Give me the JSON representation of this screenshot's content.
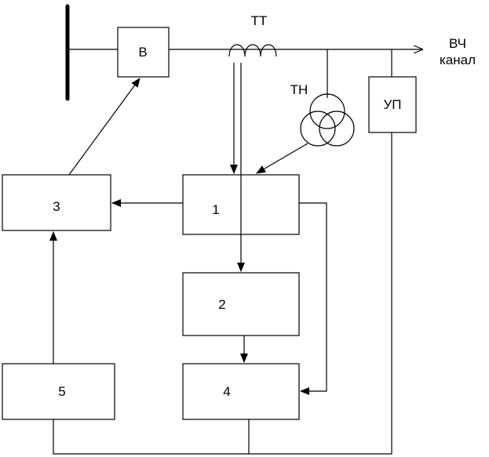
{
  "labels": {
    "tt": "ТТ",
    "tn": "ТН",
    "up": "УП",
    "breaker": "В",
    "hf_line1": "ВЧ",
    "hf_line2": "канал"
  },
  "blocks": {
    "b1": "1",
    "b2": "2",
    "b3": "3",
    "b4": "4",
    "b5": "5"
  }
}
